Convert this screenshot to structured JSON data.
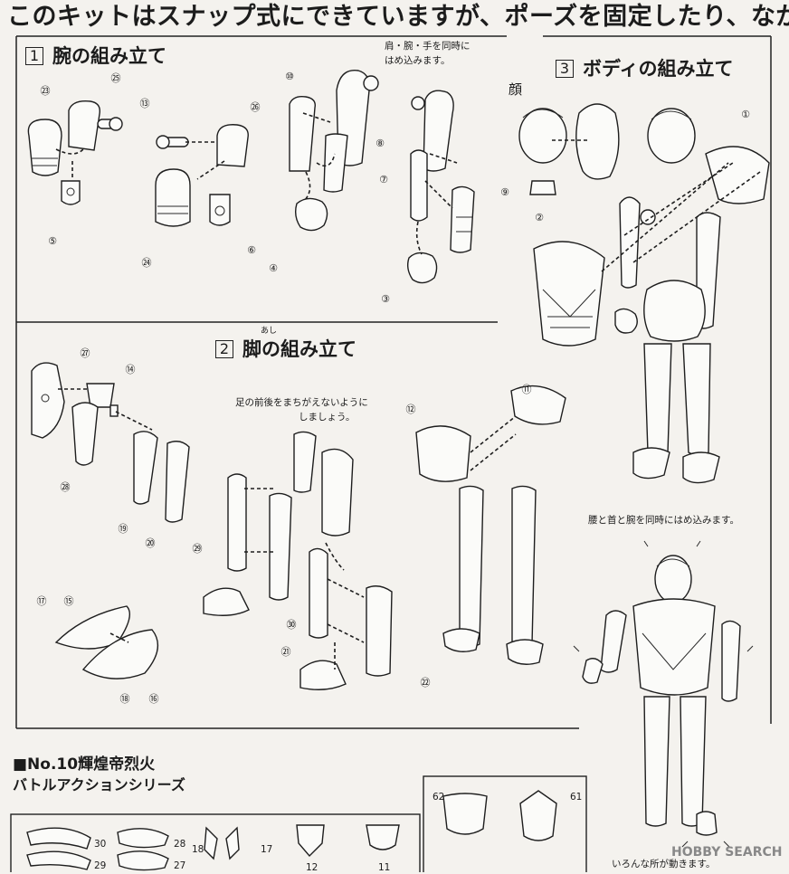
{
  "header": {
    "text": "このキットはスナップ式にできていますが、ポーズを固定したり、ながく"
  },
  "sections": {
    "arm": {
      "num": "1",
      "title": "腕の組み立て",
      "note_lines": [
        "肩・腕・手を同時に",
        "はめ込みます。"
      ]
    },
    "body": {
      "num": "3",
      "title": "ボディの組み立て",
      "face_label": "顔",
      "note": "腰と首と腕を同時にはめ込みます。",
      "move_note": "いろんな所が動きます。"
    },
    "leg": {
      "num": "2",
      "title": "脚の組み立て",
      "ruby": "あし",
      "note_lines": [
        "足の前後をまちがえないように",
        "しましょう。"
      ]
    }
  },
  "callouts": {
    "c23": "㉓",
    "c25": "㉕",
    "c13": "⑬",
    "c5": "⑤",
    "c26": "㉖",
    "c24": "㉔",
    "c6": "⑥",
    "c10": "⑩",
    "c8": "⑧",
    "c4": "④",
    "c7": "⑦",
    "c9": "⑨",
    "c3": "③",
    "c1": "①",
    "c2": "②",
    "c27": "㉗",
    "c14": "⑭",
    "c28": "㉘",
    "c19": "⑲",
    "c20": "⑳",
    "c29": "㉙",
    "c30": "㉚",
    "c21": "㉑",
    "c22": "㉒",
    "c11": "⑪",
    "c12": "⑫",
    "c17": "⑰",
    "c15": "⑮",
    "c18": "⑱",
    "c16": "⑯"
  },
  "product": {
    "title": "■No.10輝煌帝烈火",
    "series": "バトルアクションシリーズ"
  },
  "runner_labels": [
    "30",
    "28",
    "18",
    "17",
    "29",
    "27",
    "12",
    "11",
    "62",
    "61"
  ],
  "watermark": "HOBBY SEARCH"
}
